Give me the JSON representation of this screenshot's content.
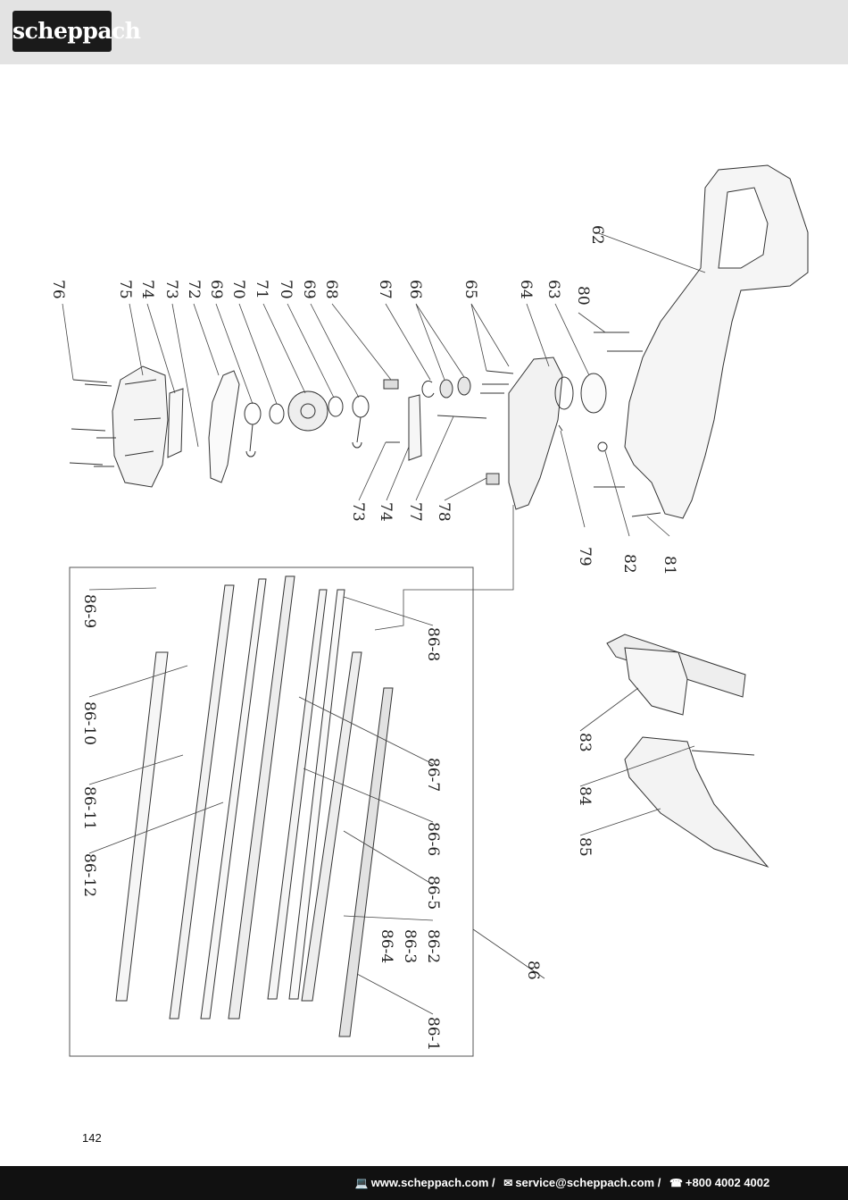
{
  "header": {
    "brand": "scheppach"
  },
  "diagram": {
    "labels": {
      "l76": "76",
      "l75": "75",
      "l74a": "74",
      "l73a": "73",
      "l72": "72",
      "l69a": "69",
      "l70a": "70",
      "l71": "71",
      "l70b": "70",
      "l69b": "69",
      "l68": "68",
      "l67": "67",
      "l66": "66",
      "l65": "65",
      "l64": "64",
      "l63": "63",
      "l80": "80",
      "l62": "62",
      "l73b": "73",
      "l74b": "74",
      "l77": "77",
      "l78": "78",
      "l79": "79",
      "l82": "82",
      "l81": "81",
      "l86_9": "86-9",
      "l86_8": "86-8",
      "l86_10": "86-10",
      "l86_7": "86-7",
      "l86_11": "86-11",
      "l86_6": "86-6",
      "l86_12": "86-12",
      "l86_5": "86-5",
      "l86_2": "86-2",
      "l86_3": "86-3",
      "l86_4": "86-4",
      "l86": "86",
      "l86_1": "86-1",
      "l83": "83",
      "l84": "84",
      "l85": "85"
    }
  },
  "page": {
    "number": "142"
  },
  "footer": {
    "website_icon": "computer-icon",
    "website": "www.scheppach.com /",
    "email_icon": "mail-icon",
    "email": "service@scheppach.com /",
    "phone_icon": "phone-icon",
    "phone": "+800 4002 4002"
  }
}
